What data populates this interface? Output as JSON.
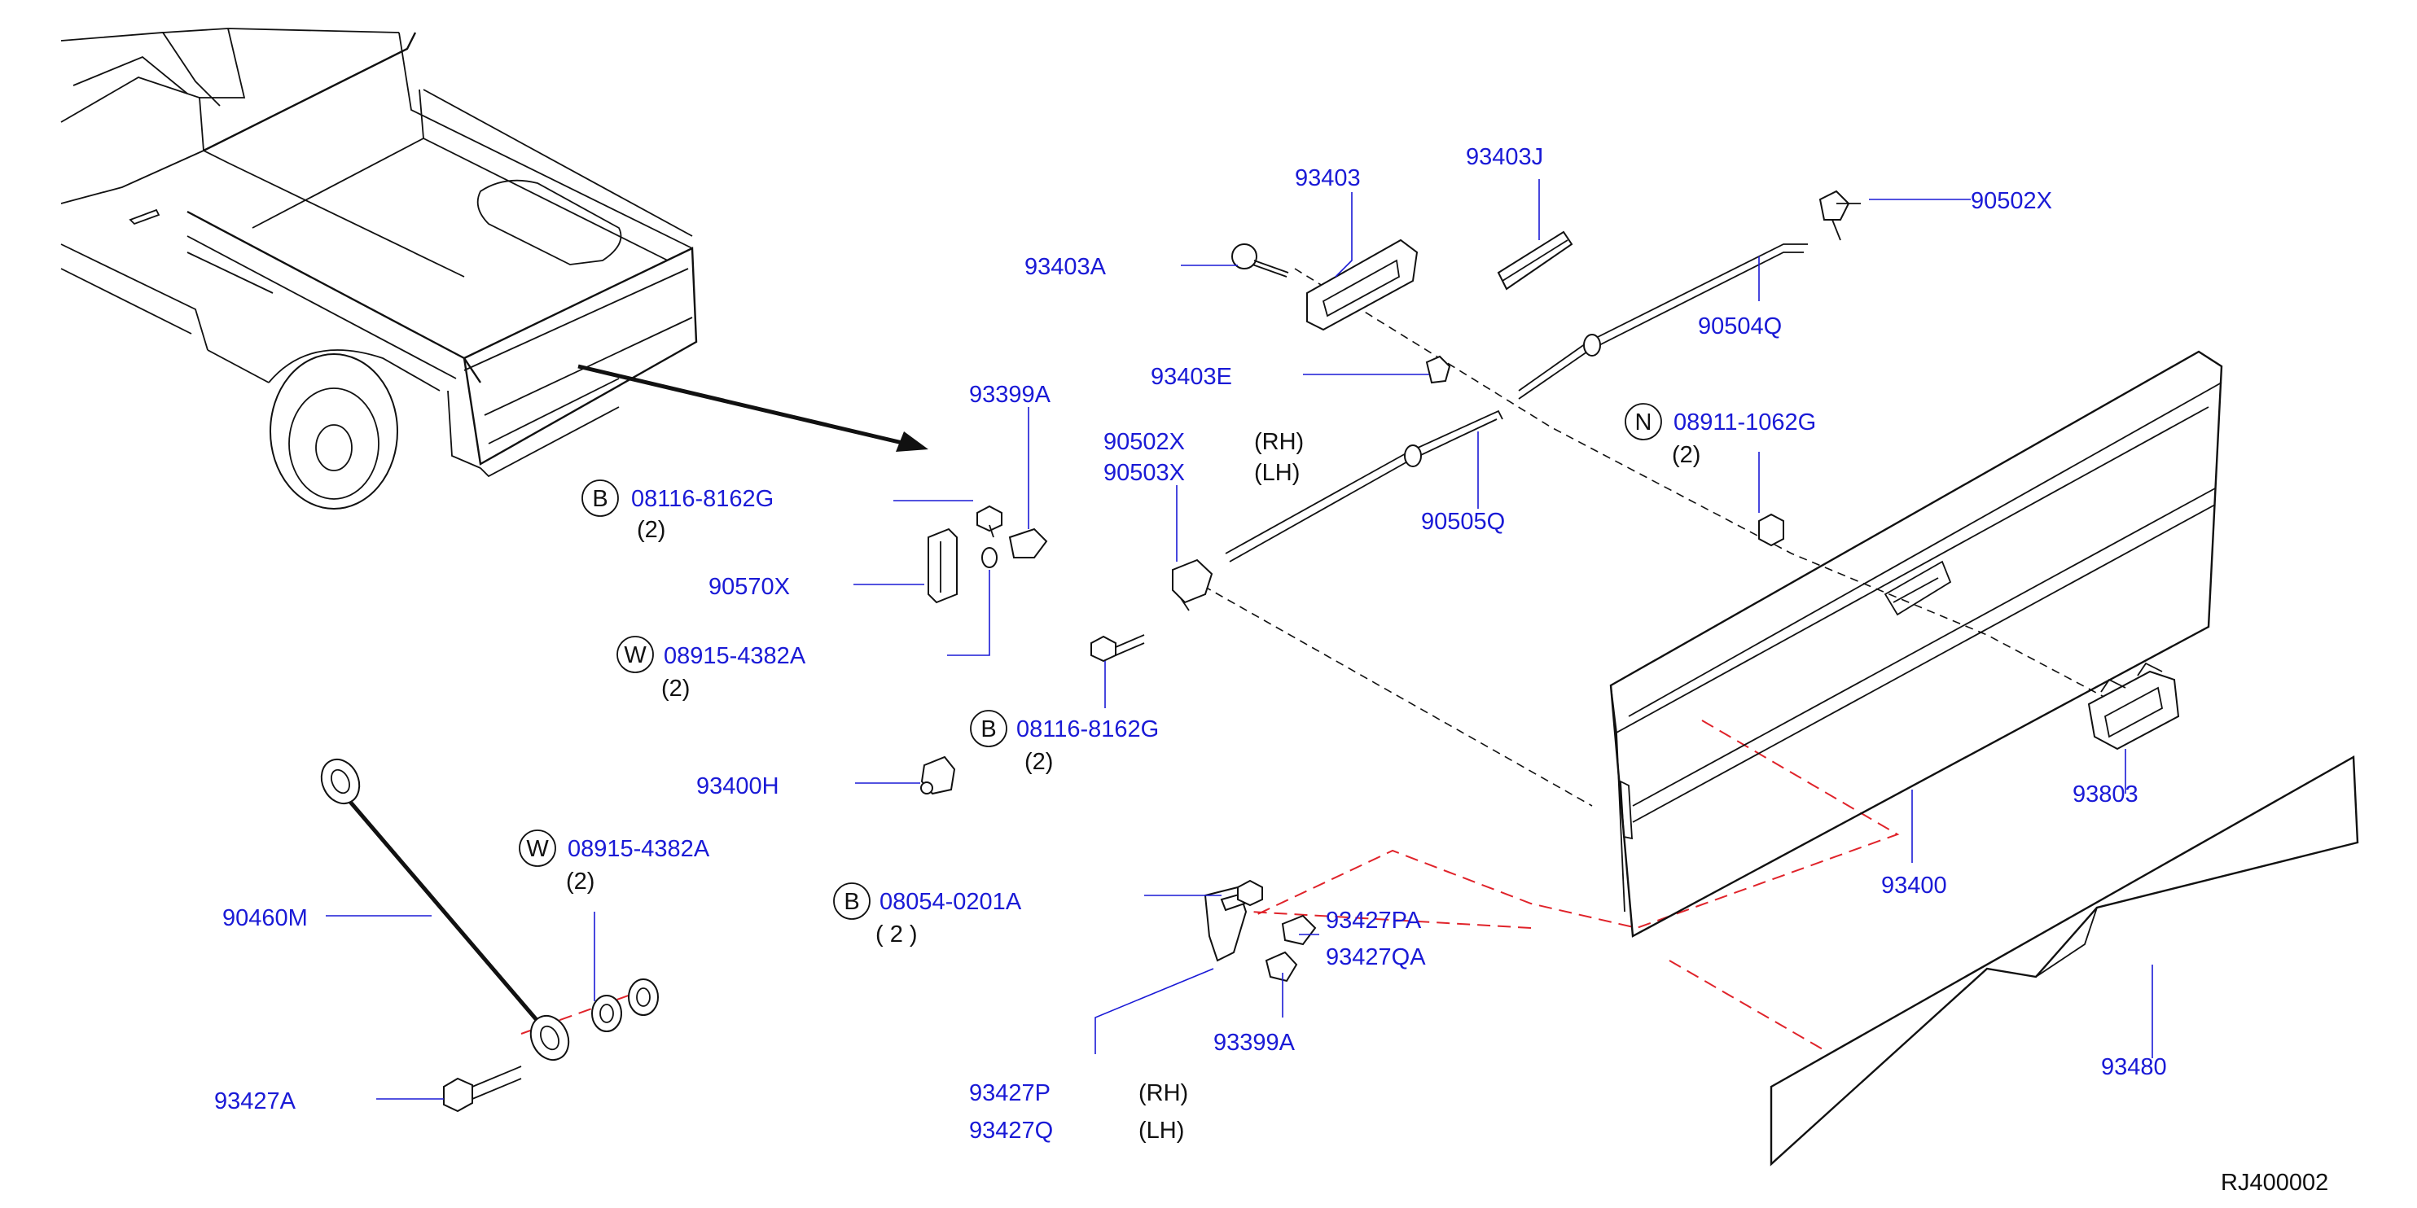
{
  "diagram": {
    "code": "RJ400002",
    "colors": {
      "part_number": "#1a1ad6",
      "ref_line_red": "#e0232a",
      "line": "#111111"
    },
    "labels": {
      "p_93403": "93403",
      "p_93403J": "93403J",
      "p_90502X_top": "90502X",
      "p_93403A": "93403A",
      "p_90504Q": "90504Q",
      "p_93403E": "93403E",
      "p_93399A_top": "93399A",
      "p_90502X": "90502X",
      "p_90503X": "90503X",
      "rh_1": "(RH)",
      "lh_1": "(LH)",
      "p_08911_1062G": "08911-1062G",
      "qty_n": "(2)",
      "p_08116_8162G_a": "08116-8162G",
      "qty_b1": "(2)",
      "p_90505Q": "90505Q",
      "p_90570X": "90570X",
      "p_08915_4382A_a": "08915-4382A",
      "qty_w1": "(2)",
      "p_08116_8162G_b": "08116-8162G",
      "qty_b2": "(2)",
      "p_93400H": "93400H",
      "p_93803": "93803",
      "p_08915_4382A_b": "08915-4382A",
      "qty_w2": "(2)",
      "p_90460M": "90460M",
      "p_08054_0201A": "08054-0201A",
      "qty_b3": "( 2 )",
      "p_93427PA": "93427PA",
      "p_93427QA": "93427QA",
      "p_93400": "93400",
      "p_93399A_bot": "93399A",
      "p_93480": "93480",
      "p_93427A": "93427A",
      "p_93427P": "93427P",
      "rh_2": "(RH)",
      "p_93427Q": "93427Q",
      "lh_2": "(LH)"
    },
    "badges": {
      "b1": "B",
      "w1": "W",
      "b2": "B",
      "n1": "N",
      "w2": "W",
      "b3": "B"
    }
  }
}
